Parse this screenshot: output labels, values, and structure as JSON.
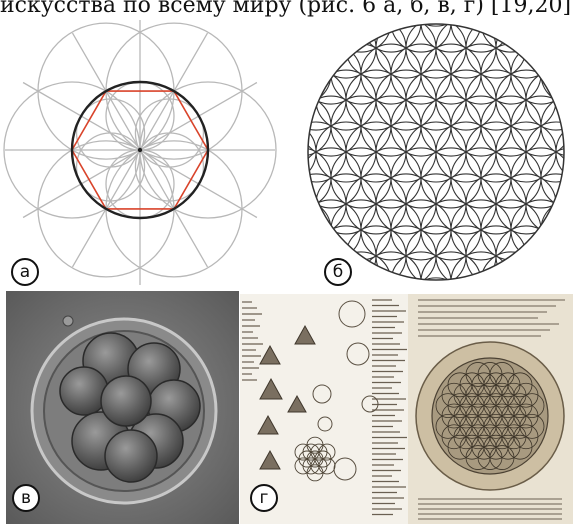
{
  "caption_line": "искусства по всему миру (рис. 6 а, б, в, г) [19,20].",
  "panels": {
    "a": {
      "label": "а",
      "line_color": "#b8b8b8",
      "circle_color": "#222222",
      "hexagon_color": "#d9442b"
    },
    "b": {
      "label": "б",
      "line_color": "#333333"
    },
    "c": {
      "label": "в"
    },
    "d": {
      "label": "г"
    }
  }
}
